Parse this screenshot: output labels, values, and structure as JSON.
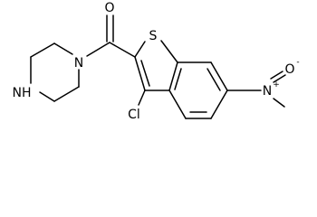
{
  "molecule": {
    "atoms": {
      "carbonyl_oxygen": "O",
      "thiophene_sulfur": "S",
      "piperazine_n1": "N",
      "piperazine_nh": "NH",
      "chlorine": "Cl",
      "nitro_nitrogen": "N",
      "nitro_nitrogen_charge": "+",
      "nitro_oxygen": "O",
      "nitro_oxygen_charge": "-"
    }
  }
}
